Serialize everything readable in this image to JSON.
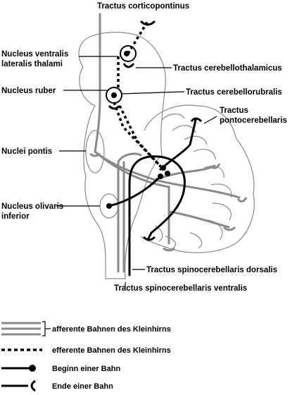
{
  "labels": {
    "tractus_corticopontinus": "Tractus corticopontinus",
    "nucleus_ventralis_line1": "Nucleus ventralis",
    "nucleus_ventralis_line2": "lateralis thalami",
    "tractus_cerebellothalamicus": "Tractus cerebellothalamicus",
    "nucleus_ruber": "Nucleus ruber",
    "tractus_cerebellorubralis": "Tractus cerebellorubralis",
    "tractus_pontocerebellaris_line1": "Tractus",
    "tractus_pontocerebellaris_line2": "pontocerebellaris",
    "nuclei_pontis": "Nuclei pontis",
    "nucleus_olivaris_line1": "Nucleus olivaris",
    "nucleus_olivaris_line2": "inferior",
    "tractus_spinocerebellaris_dorsalis": "Tractus spinocerebellaris dorsalis",
    "tractus_spinocerebellaris_ventralis": "Tractus spinocerebellaris ventralis"
  },
  "legend": {
    "afferent": "afferente Bahnen des Kleinhirns",
    "efferent": "efferente Bahnen des Kleinhirns",
    "start": "Beginn einer Bahn",
    "end": "Ende einer Bahn"
  }
}
